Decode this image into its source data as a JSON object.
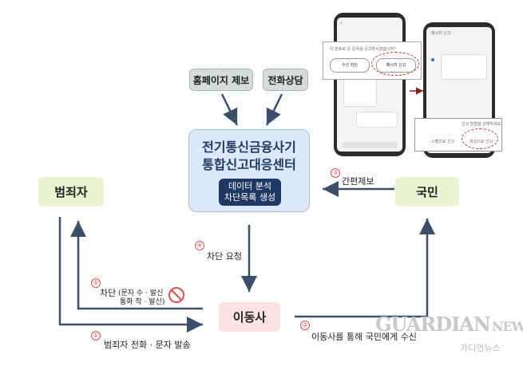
{
  "sources": {
    "homepage": "홈페이지 제보",
    "phone": "전화상담"
  },
  "center": {
    "title_line1": "전기통신금융사기",
    "title_line2": "통합신고대응센터",
    "sub_line1": "데이터 분석",
    "sub_line2": "차단목록 생성"
  },
  "nodes": {
    "criminal": "범죄자",
    "citizen": "국민",
    "carrier": "이동사"
  },
  "steps": [
    {
      "num": "①",
      "label": "범죄자 전화 · 문자 발송"
    },
    {
      "num": "②",
      "label": "이동사를 통해 국민에게 수신"
    },
    {
      "num": "③",
      "label": "간편제보"
    },
    {
      "num": "④",
      "label": "차단 요청"
    },
    {
      "num": "⑤",
      "label": "차단",
      "detail_line1": "(문자 수 · 발신",
      "detail_line2": "통화 착 · 발신)"
    }
  ],
  "phone_left": {
    "report_banner": "이 번호로 온 문자를 신고하시겠습니까?",
    "btn_left": "수신 차단",
    "btn_right": "메시지 신고"
  },
  "phone_right": {
    "header": "메시지 신고",
    "panel_label": "신고 방법을 선택하세요",
    "opt_left": "스팸으로 신고",
    "opt_right": "피싱으로 신고"
  },
  "watermark": {
    "logo": "GUARDIAN",
    "logo_suffix": "NEWS",
    "sub": "가디언뉴스"
  },
  "colors": {
    "navy": "#1f3864",
    "green_box": "#e9f4d3",
    "center_box": "#dbe8f7",
    "pink_box": "#fbe4e0",
    "arrow": "#3b5068",
    "red": "#d9534f"
  }
}
